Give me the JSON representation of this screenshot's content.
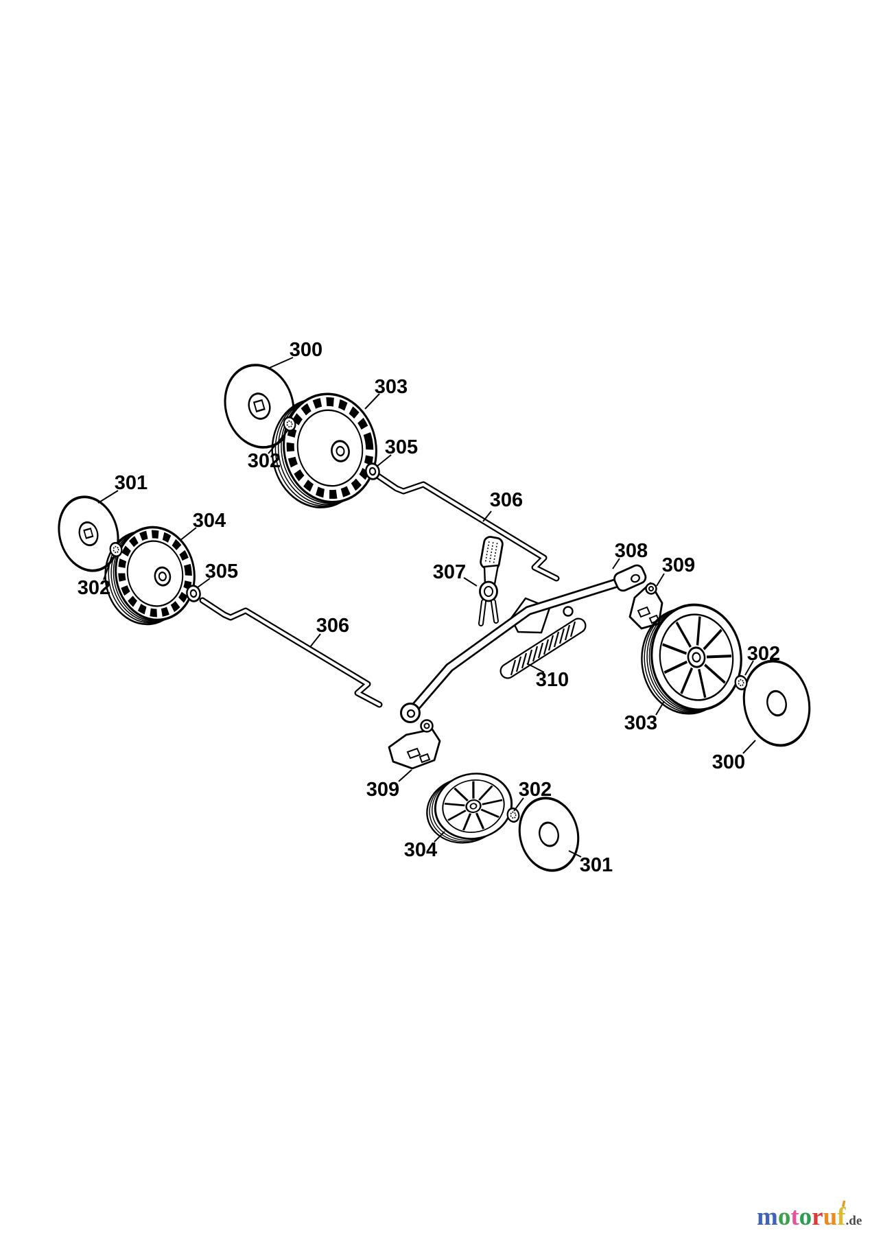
{
  "canvas": {
    "background": "#ffffff",
    "ink_color": "#000000"
  },
  "diagram": {
    "labels": [
      {
        "id": "label-300-top",
        "text": "300"
      },
      {
        "id": "label-303-top",
        "text": "303"
      },
      {
        "id": "label-302-top",
        "text": "302"
      },
      {
        "id": "label-305-top",
        "text": "305"
      },
      {
        "id": "label-306-top",
        "text": "306"
      },
      {
        "id": "label-301-left",
        "text": "301"
      },
      {
        "id": "label-304-left",
        "text": "304"
      },
      {
        "id": "label-302-left",
        "text": "302"
      },
      {
        "id": "label-305-left",
        "text": "305"
      },
      {
        "id": "label-306-bottom",
        "text": "306"
      },
      {
        "id": "label-307",
        "text": "307"
      },
      {
        "id": "label-308",
        "text": "308"
      },
      {
        "id": "label-309-right",
        "text": "309"
      },
      {
        "id": "label-310",
        "text": "310"
      },
      {
        "id": "label-302-right",
        "text": "302"
      },
      {
        "id": "label-303-right",
        "text": "303"
      },
      {
        "id": "label-300-right",
        "text": "300"
      },
      {
        "id": "label-309-bottom",
        "text": "309"
      },
      {
        "id": "label-302-bottom",
        "text": "302"
      },
      {
        "id": "label-304-bottom",
        "text": "304"
      },
      {
        "id": "label-301-bottom",
        "text": "301"
      }
    ]
  },
  "logo": {
    "letters": [
      {
        "char": "m",
        "color": "#3f63b5"
      },
      {
        "char": "o",
        "color": "#3da04b"
      },
      {
        "char": "t",
        "color": "#e4539f"
      },
      {
        "char": "o",
        "color": "#2f9c55"
      },
      {
        "char": "r",
        "color": "#dd3a35"
      },
      {
        "char": "u",
        "color": "#ee8a22"
      },
      {
        "char": "f",
        "color": "#ddba33"
      }
    ],
    "suffix": ".de",
    "suffix_color": "#4a4a4a",
    "tick_color": "#e8971e"
  }
}
